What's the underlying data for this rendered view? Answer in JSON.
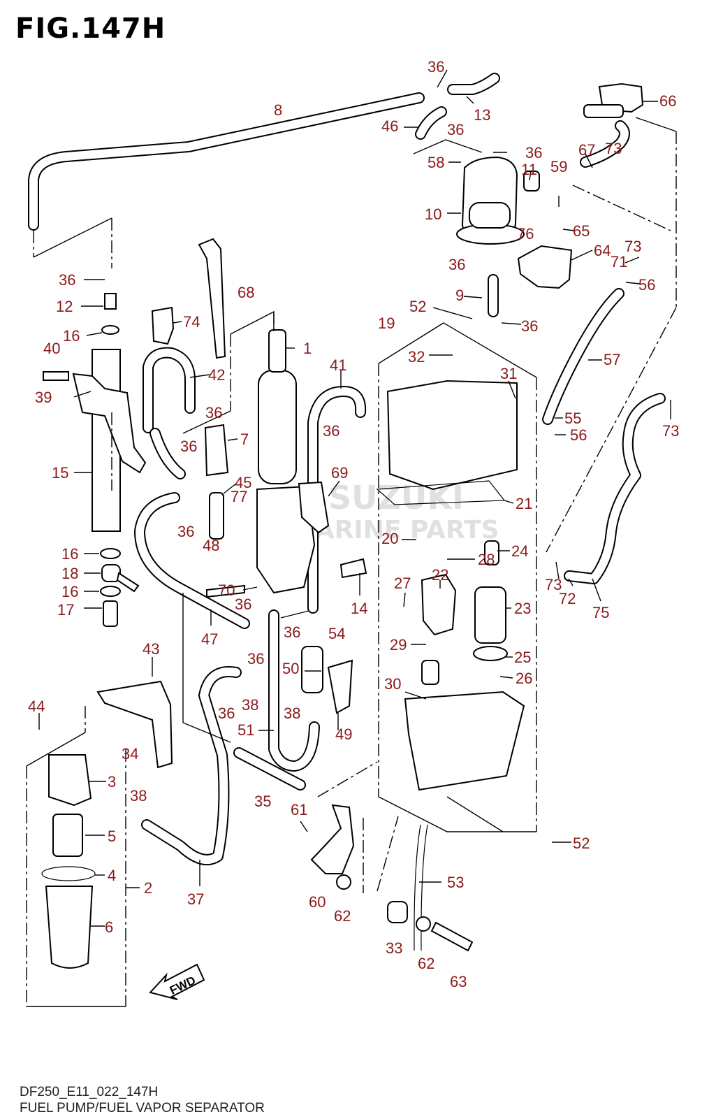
{
  "figure": {
    "title": "FIG.147H",
    "code": "DF250_E11_022_147H",
    "name": "FUEL PUMP/FUEL VAPOR SEPARATOR"
  },
  "watermark": {
    "line1": "SUZUKI",
    "line2": "MARINE PARTS"
  },
  "fwd_arrow": "FWD",
  "colors": {
    "label": "#8b1a1a",
    "line": "#000000"
  },
  "callouts": [
    "36",
    "13",
    "36",
    "46",
    "8",
    "36",
    "58",
    "11",
    "10",
    "59",
    "65",
    "76",
    "64",
    "66",
    "67",
    "73",
    "73",
    "71",
    "56",
    "36",
    "9",
    "36",
    "52",
    "36",
    "12",
    "16",
    "40",
    "39",
    "15",
    "68",
    "74",
    "42",
    "36",
    "7",
    "36",
    "45",
    "77",
    "36",
    "1",
    "41",
    "36",
    "69",
    "70",
    "48",
    "14",
    "16",
    "18",
    "16",
    "17",
    "36",
    "47",
    "36",
    "36",
    "54",
    "50",
    "38",
    "38",
    "51",
    "49",
    "36",
    "35",
    "43",
    "44",
    "34",
    "3",
    "38",
    "5",
    "4",
    "2",
    "6",
    "37",
    "19",
    "32",
    "31",
    "21",
    "20",
    "28",
    "24",
    "27",
    "22",
    "23",
    "29",
    "25",
    "26",
    "30",
    "61",
    "60",
    "62",
    "52",
    "53",
    "33",
    "62",
    "63",
    "57",
    "55",
    "56",
    "73",
    "75",
    "72",
    "73"
  ]
}
